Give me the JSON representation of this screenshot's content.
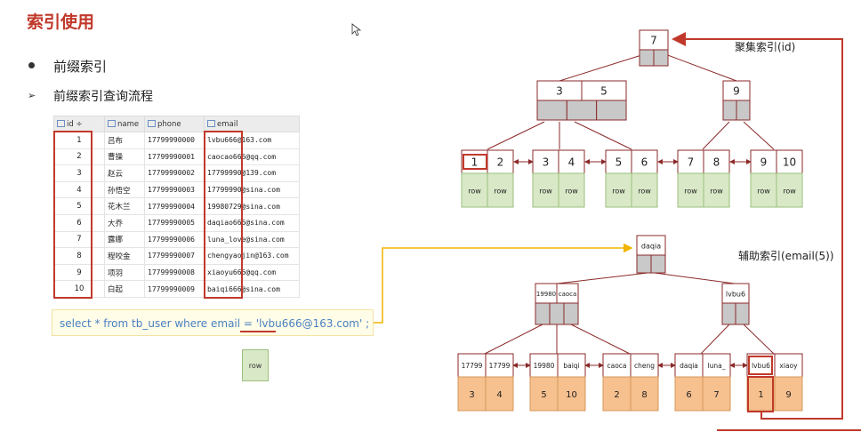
{
  "title": "索引使用",
  "bullets": {
    "prefix_index": "前缀索引",
    "query_flow": "前缀索引查询流程"
  },
  "table": {
    "columns": [
      "id ÷",
      "name",
      "phone",
      "email"
    ],
    "rows": [
      [
        "1",
        "吕布",
        "17799990000",
        "lvbu666@163.com"
      ],
      [
        "2",
        "曹操",
        "17799990001",
        "caocao666@qq.com"
      ],
      [
        "3",
        "赵云",
        "17799990002",
        "17799990@139.com"
      ],
      [
        "4",
        "孙悟空",
        "17799990003",
        "17799990@sina.com"
      ],
      [
        "5",
        "花木兰",
        "17799990004",
        "19980729@sina.com"
      ],
      [
        "6",
        "大乔",
        "17799990005",
        "daqiao666@sina.com"
      ],
      [
        "7",
        "露娜",
        "17799990006",
        "luna_love@sina.com"
      ],
      [
        "8",
        "程咬金",
        "17799990007",
        "chengyaojin@163.com"
      ],
      [
        "9",
        "项羽",
        "17799990008",
        "xiaoyu666@qq.com"
      ],
      [
        "10",
        "白起",
        "17799990009",
        "baiqi666@sina.com"
      ]
    ]
  },
  "sql": "select * from tb_user where email = 'lvbu666@163.com' ;",
  "row_label": "row",
  "clustered": {
    "label": "聚集索引(id)",
    "root": [
      "7"
    ],
    "mid": [
      [
        "3",
        "5"
      ],
      [
        "9"
      ]
    ],
    "leaves": [
      [
        "1",
        "2"
      ],
      [
        "3",
        "4"
      ],
      [
        "5",
        "6"
      ],
      [
        "7",
        "8"
      ],
      [
        "9",
        "10"
      ]
    ],
    "leaf_data": "row"
  },
  "secondary": {
    "label": "辅助索引(email(5))",
    "root": [
      "daqia"
    ],
    "mid": [
      [
        "19980",
        "caoca"
      ],
      [
        "lvbu6"
      ]
    ],
    "leaves": [
      [
        "17799",
        "17799"
      ],
      [
        "19980",
        "baiqi"
      ],
      [
        "caoca",
        "cheng"
      ],
      [
        "daqia",
        "luna_"
      ],
      [
        "lvbu6",
        "xiaoy"
      ]
    ],
    "leaf_ids": [
      [
        "3",
        "4"
      ],
      [
        "5",
        "10"
      ],
      [
        "2",
        "8"
      ],
      [
        "6",
        "7"
      ],
      [
        "1",
        "9"
      ]
    ]
  },
  "colors": {
    "accent_red": "#c0392b",
    "leaf_green": "#d9e8c7",
    "leaf_orange": "#f6c08f",
    "yellow_arrow": "#f0b400",
    "node_gray": "#c8c8c8"
  }
}
